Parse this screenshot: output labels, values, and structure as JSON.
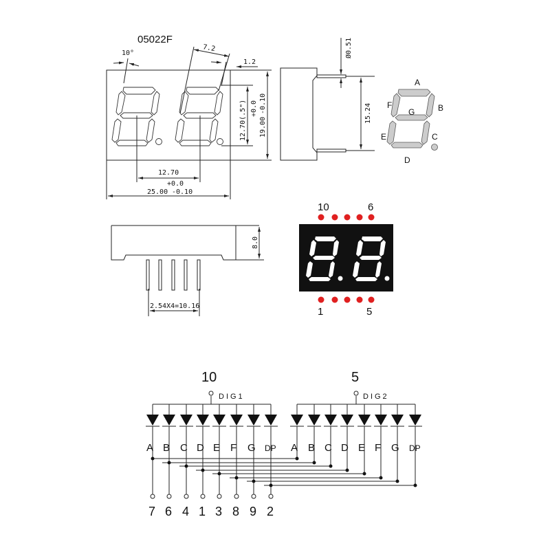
{
  "part_number": "05022F",
  "front_view": {
    "angle": "10°",
    "segment_width": "7.2",
    "segment_thickness": "1.2",
    "digit_height": "12.70(.5\")",
    "body_height": "19.00",
    "body_height_tol_plus": "+0.0",
    "body_height_tol_minus": "-0.10",
    "digit_pitch": "12.70",
    "body_width": "25.00",
    "body_width_tol_plus": "+0.0",
    "body_width_tol_minus": "-0.10"
  },
  "side_view": {
    "pin_diameter": "Ø0.51",
    "pin_spacing": "15.24"
  },
  "segment_map": {
    "labels": [
      "A",
      "B",
      "C",
      "D",
      "E",
      "F",
      "G"
    ]
  },
  "bottom_view": {
    "depth": "8.0",
    "pin_pitch": "2.54X4=10.16"
  },
  "pin_layout": {
    "top_left": "10",
    "top_right": "6",
    "bottom_left": "1",
    "bottom_right": "5",
    "led_color": "#e02020",
    "body_color": "#111111"
  },
  "schematic": {
    "digit1": {
      "pin": "10",
      "label": "DIG1"
    },
    "digit2": {
      "pin": "5",
      "label": "DIG2"
    },
    "segments": [
      "A",
      "B",
      "C",
      "D",
      "E",
      "F",
      "G",
      "DP"
    ],
    "segment_pins": [
      "7",
      "6",
      "4",
      "1",
      "3",
      "8",
      "9",
      "2"
    ]
  }
}
